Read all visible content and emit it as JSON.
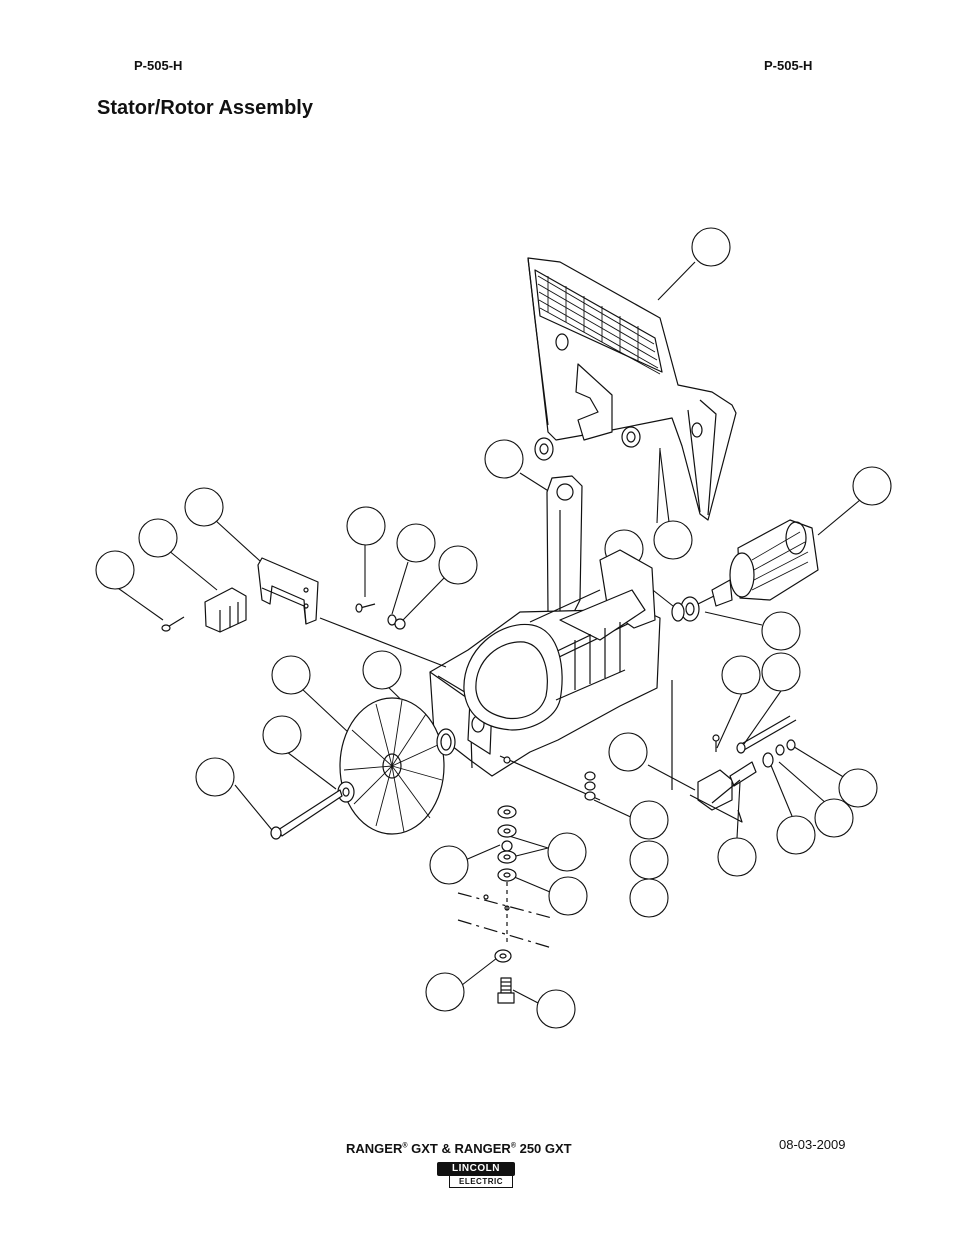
{
  "header": {
    "left_code": "P-505-H",
    "right_code": "P-505-H"
  },
  "title": "Stator/Rotor Assembly",
  "footer": {
    "model_part1": "RANGER",
    "model_part2": " GXT & RANGER",
    "model_part3": " 250 GXT",
    "registered_mark": "®",
    "date": "08-03-2009",
    "logo_top": "LINCOLN",
    "logo_bottom": "ELECTRIC"
  }
}
